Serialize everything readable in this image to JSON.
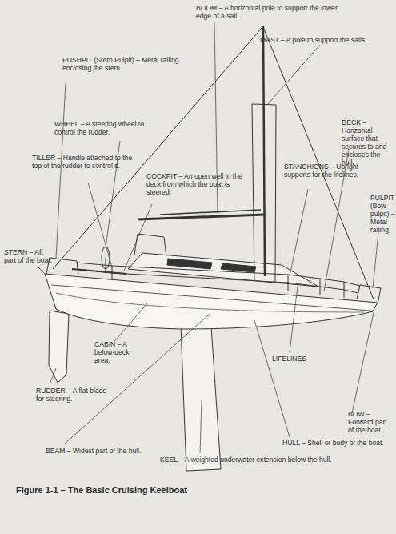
{
  "diagram": {
    "caption": "Figure 1-1 – The Basic Cruising Keelboat",
    "labels": [
      "BOOM – A horizontal pole to support the lower edge of a sail.",
      "MAST – A pole to support the sails.",
      "PUSHPIT (Stern Pulpit) – Metal railing enclosing the stern.",
      "DECK – Horizontal surface that secures to and encloses the hull.",
      "WHEEL – A steering wheel to control the rudder.",
      "STANCHIONS – Upright supports for the lifelines.",
      "TILLER – Handle attached to the top of the rudder to control it.",
      "COCKPIT – An open well in the deck from which the boat is steered.",
      "PULPIT (Bow pulpit) – Metal railing",
      "STERN – Aft part of the boat.",
      "CABIN – A below-deck area.",
      "LIFELINES",
      "BOW – Forward part of the boat.",
      "RUDDER – A flat blade for steering.",
      "HULL – Shell or body of the boat.",
      "KEEL – A weighted underwater extension below the hull.",
      "BEAM – Widest part of the hull."
    ]
  }
}
